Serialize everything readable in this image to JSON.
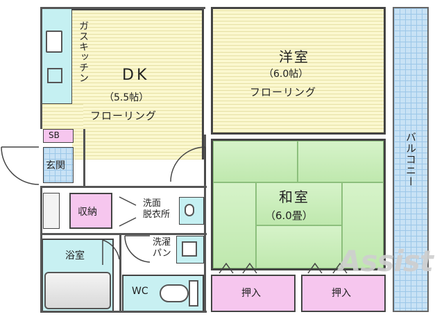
{
  "rooms": {
    "dk": {
      "name": "DK",
      "size": "（5.5帖）",
      "floor": "フローリング"
    },
    "kitchen": {
      "label": "ガスキッチン"
    },
    "western": {
      "name": "洋室",
      "size": "（6.0帖）",
      "floor": "フローリング"
    },
    "japanese": {
      "name": "和室",
      "size": "（6.0畳）"
    },
    "balcony": {
      "label": "バルコニー"
    },
    "sb": {
      "label": "SB"
    },
    "entrance": {
      "label": "玄関"
    },
    "storage": {
      "label": "収納"
    },
    "washroom": {
      "label": "洗面\n脱衣所"
    },
    "washer": {
      "label": "洗濯\nパン"
    },
    "bath": {
      "label": "浴室"
    },
    "wc": {
      "label": "WC"
    },
    "closet_left": {
      "label": "押入"
    },
    "closet_right": {
      "label": "押入"
    }
  },
  "logo": {
    "text": "Assist"
  },
  "colors": {
    "dk_floor": "#fbf8cf",
    "tatami": "#cdeebd",
    "wet_area": "#c8f0f2",
    "balcony": "#c8e2f5",
    "closet": "#f6c6ee",
    "logo": "#cfcfcf"
  }
}
